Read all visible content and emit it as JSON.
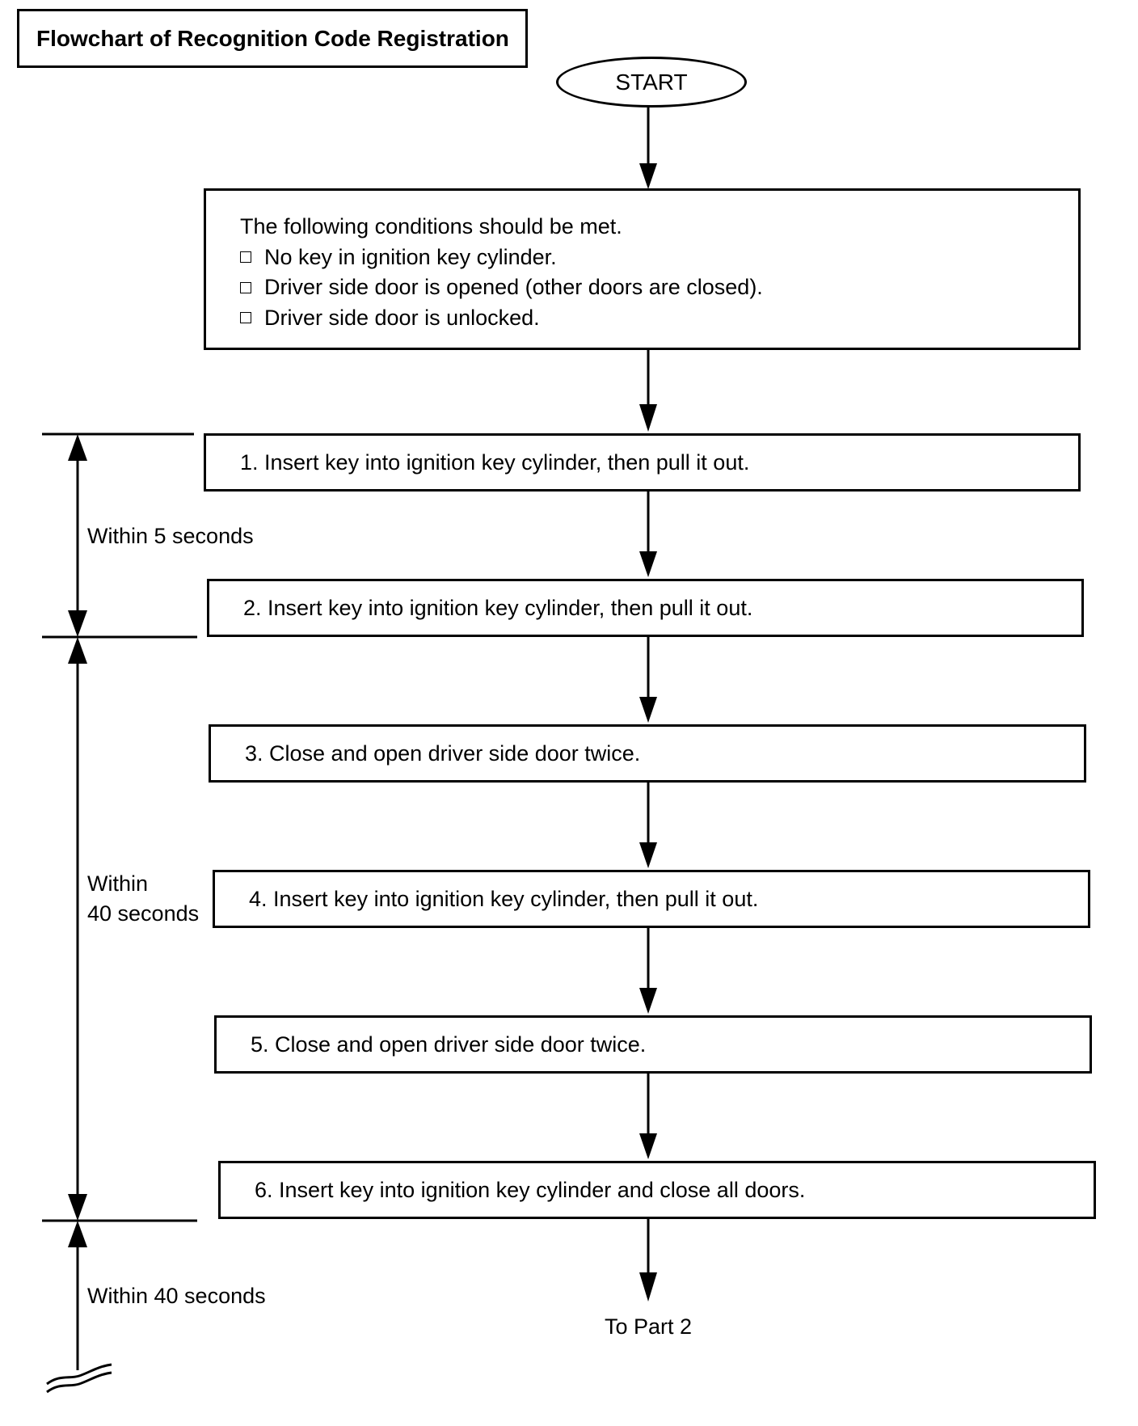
{
  "title": "Flowchart of Recognition Code Registration",
  "start": "START",
  "conditions": {
    "heading": "The following conditions should be met.",
    "items": [
      "No key in ignition key cylinder.",
      "Driver side door is opened (other doors are closed).",
      "Driver side door is unlocked."
    ]
  },
  "steps": [
    "1. Insert key into ignition key cylinder, then pull it out.",
    "2. Insert key into ignition key cylinder, then pull it out.",
    "3. Close and open driver side door twice.",
    "4. Insert key into ignition key cylinder, then pull it out.",
    "5. Close and open driver side door twice.",
    "6. Insert key into ignition key cylinder and close all doors."
  ],
  "end": "To Part 2",
  "timing": {
    "t1": "Within 5 seconds",
    "t2_line1": "Within",
    "t2_line2": "40 seconds",
    "t3": "Within 40 seconds"
  }
}
